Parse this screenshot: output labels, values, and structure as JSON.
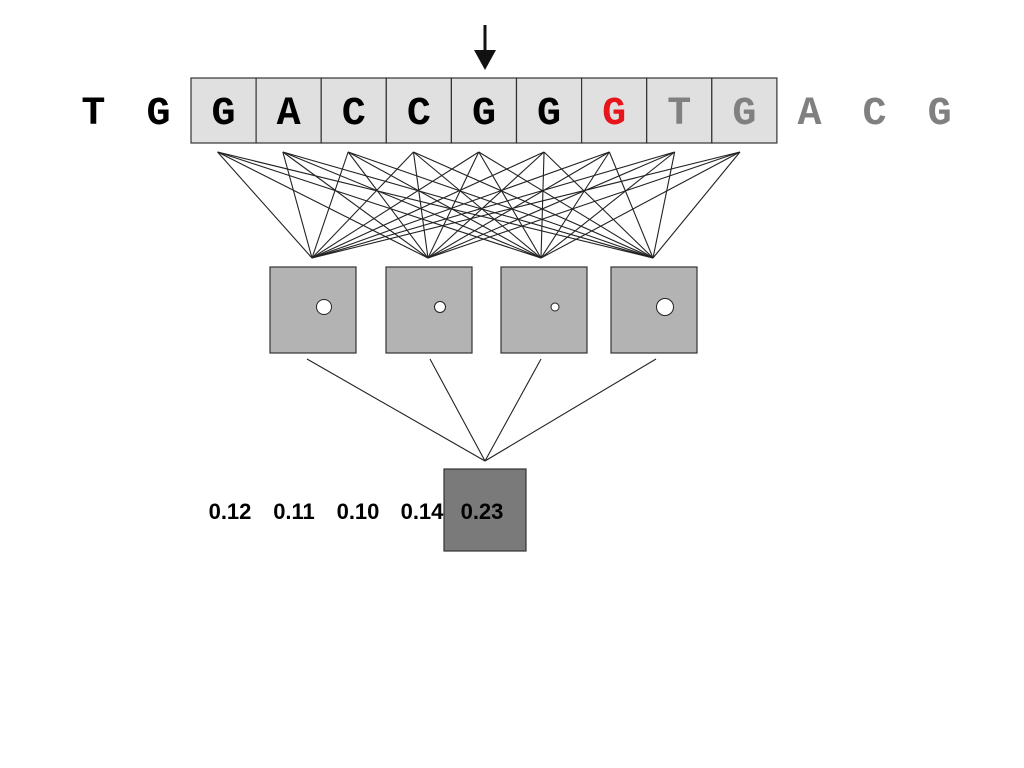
{
  "sequence": [
    {
      "letter": "T",
      "boxed": false,
      "color": "#000000"
    },
    {
      "letter": "G",
      "boxed": false,
      "color": "#000000"
    },
    {
      "letter": "G",
      "boxed": true,
      "color": "#000000"
    },
    {
      "letter": "A",
      "boxed": true,
      "color": "#000000"
    },
    {
      "letter": "C",
      "boxed": true,
      "color": "#000000"
    },
    {
      "letter": "C",
      "boxed": true,
      "color": "#000000"
    },
    {
      "letter": "G",
      "boxed": true,
      "color": "#000000"
    },
    {
      "letter": "G",
      "boxed": true,
      "color": "#000000"
    },
    {
      "letter": "G",
      "boxed": true,
      "color": "#e8141b"
    },
    {
      "letter": "T",
      "boxed": true,
      "color": "#808080"
    },
    {
      "letter": "G",
      "boxed": true,
      "color": "#808080"
    },
    {
      "letter": "A",
      "boxed": false,
      "color": "#808080"
    },
    {
      "letter": "C",
      "boxed": false,
      "color": "#808080"
    },
    {
      "letter": "G",
      "boxed": false,
      "color": "#808080"
    }
  ],
  "hidden_units": [
    {
      "activation_dot": "medium"
    },
    {
      "activation_dot": "small"
    },
    {
      "activation_dot": "tiny"
    },
    {
      "activation_dot": "large"
    }
  ],
  "output_values": [
    "0.12",
    "0.11",
    "0.10",
    "0.14",
    "0.23"
  ],
  "colors": {
    "sequence_box_fill": "#e0e0e0",
    "hidden_unit_fill": "#b3b3b3",
    "output_unit_fill": "#7a7a7a",
    "line": "#222222"
  },
  "icons": {
    "pointer": "down-arrow-icon"
  }
}
